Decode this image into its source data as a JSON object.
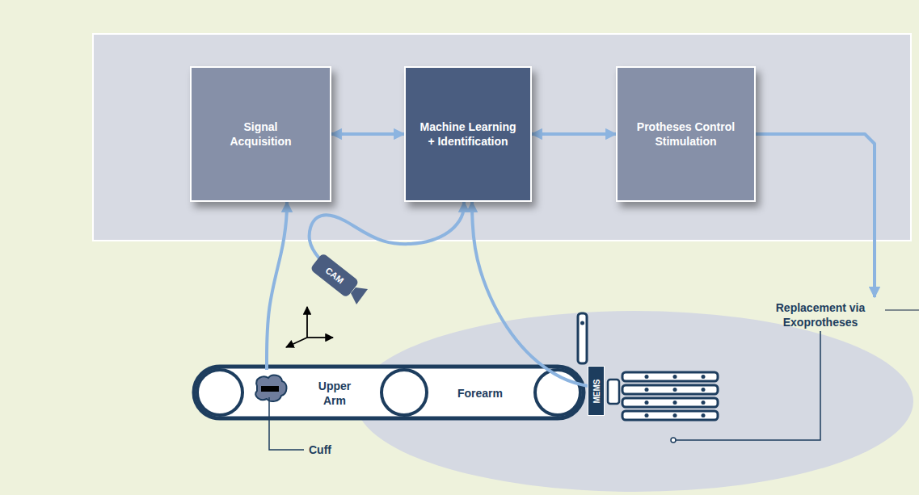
{
  "diagram": {
    "nodes": [
      {
        "text": [
          "Signal Acquisition"
        ]
      },
      {
        "text": [
          "Machine Learning + Identification"
        ]
      },
      {
        "text": [
          "Protheses Control Stimulation"
        ]
      },
      {
        "text": [
          "CAM"
        ]
      },
      {
        "text": [
          "Upper Arm"
        ]
      },
      {
        "text": [
          "Forearm"
        ]
      },
      {
        "text": [
          "MEMS"
        ]
      },
      {
        "text": [
          "Replacement via Exoprotheses"
        ]
      }
    ],
    "edges": [
      {
        "from": 0,
        "to": 1,
        "arrow": "both"
      },
      {
        "from": 1,
        "to": 2,
        "arrow": "both"
      },
      {
        "from": 4,
        "to": 0,
        "arrow": "to"
      },
      {
        "from": 3,
        "to": 1,
        "arrow": "to"
      },
      {
        "from": 6,
        "to": 1,
        "arrow": "to"
      },
      {
        "from": 2,
        "to": 7,
        "arrow": "to"
      }
    ],
    "labels": [
      "Cuff"
    ]
  }
}
